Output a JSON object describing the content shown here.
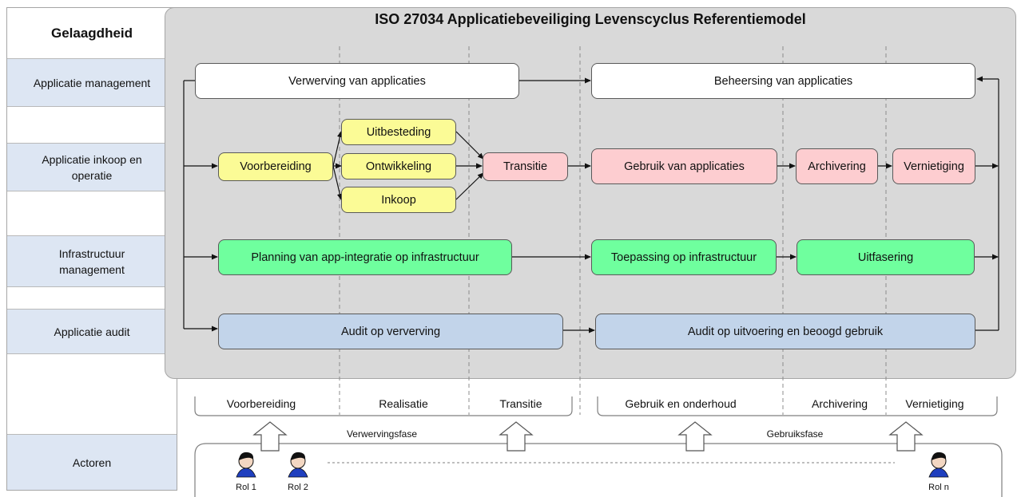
{
  "title": "ISO 27034  Applicatiebeveiliging Levenscyclus Referentiemodel",
  "layers": {
    "header": "Gelaagdheid",
    "app_management": "Applicatie management",
    "app_procurement": "Applicatie inkoop en operatie",
    "infra_management": "Infrastructuur management",
    "app_audit": "Applicatie audit",
    "actors": "Actoren"
  },
  "boxes": {
    "verwerving": "Verwerving van applicaties",
    "beheersing": "Beheersing van applicaties",
    "voorbereiding": "Voorbereiding",
    "uitbesteding": "Uitbesteding",
    "ontwikkeling": "Ontwikkeling",
    "inkoop": "Inkoop",
    "transitie": "Transitie",
    "gebruik": "Gebruik van applicaties",
    "archivering": "Archivering",
    "vernietiging": "Vernietiging",
    "planning": "Planning van app-integratie op infrastructuur",
    "toepassing": "Toepassing op infrastructuur",
    "uitfasering": "Uitfasering",
    "audit_verwerving": "Audit op ververving",
    "audit_uitvoering": "Audit op uitvoering en beoogd gebruik"
  },
  "phases": {
    "voorbereiding": "Voorbereiding",
    "realisatie": "Realisatie",
    "transitie": "Transitie",
    "gebruik_onderhoud": "Gebruik en onderhoud",
    "archivering": "Archivering",
    "vernietiging": "Vernietiging",
    "verwervingsfase": "Verwervingsfase",
    "gebruiksfase": "Gebruiksfase"
  },
  "actors": [
    "Rol 1",
    "Rol 2",
    "Rol n"
  ],
  "colors": {
    "panel": "#d9d9d9",
    "yellow": "#fbfb96",
    "pink": "#fdcdd0",
    "green": "#6fff9e",
    "blue": "#c2d4ea",
    "layer_blue": "#dde6f3"
  }
}
